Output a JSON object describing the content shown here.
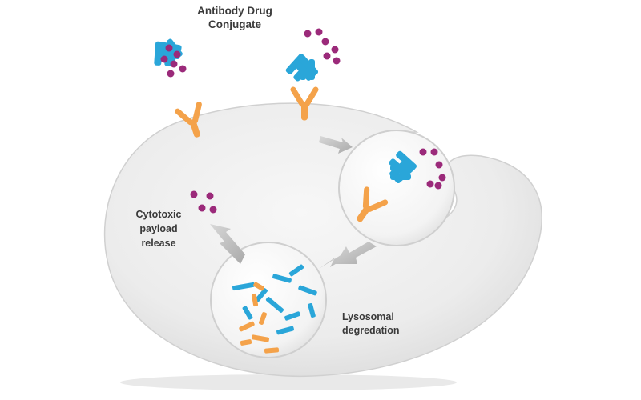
{
  "labels": {
    "adc_line1": "Antibody Drug",
    "adc_line2": "Conjugate",
    "payload_line1": "Cytotoxic",
    "payload_line2": "payload",
    "payload_line3": "release",
    "lyso_line1": "Lysosomal",
    "lyso_line2": "degredation"
  },
  "colors": {
    "antibody": "#2aa6d9",
    "receptor": "#f4a24a",
    "payload": "#9b2a7a",
    "cell": "#ececec",
    "arrow": "#bdbdbd"
  }
}
